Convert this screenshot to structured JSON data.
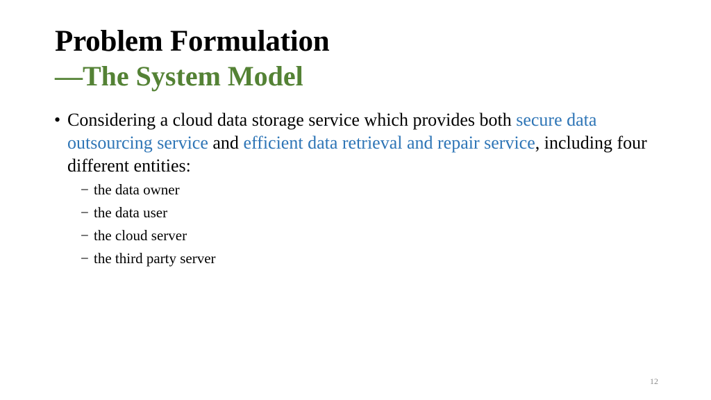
{
  "slide": {
    "title": "Problem Formulation",
    "subtitle": "―The System Model",
    "bullet": {
      "marker": "•",
      "text_1": "Considering a cloud data storage service which provides both ",
      "highlight_1": "secure data outsourcing service",
      "text_2": " and ",
      "highlight_2": "efficient data retrieval and repair service",
      "text_3": ", including four different entities:"
    },
    "sub_marker": "−",
    "entities": [
      "the data owner",
      "the data user",
      "the cloud server",
      "the third party server"
    ],
    "page_number": "12"
  },
  "colors": {
    "subtitle": "#548235",
    "highlight": "#2e75b6",
    "page_number": "#8c8c8c"
  }
}
